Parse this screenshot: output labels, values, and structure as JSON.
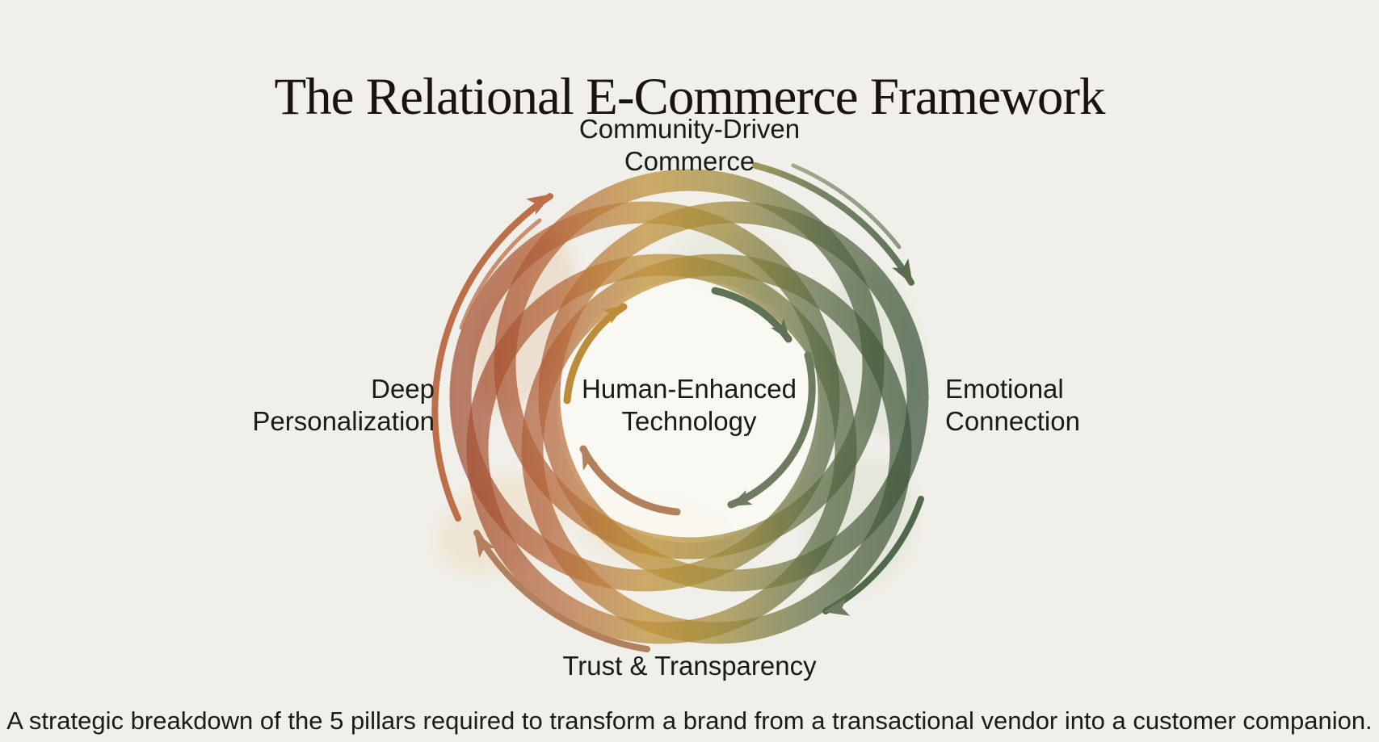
{
  "title": "The Relational E-Commerce Framework",
  "caption": "A strategic breakdown of the 5 pillars required to transform a brand from a transactional vendor into a customer companion.",
  "framework": {
    "center": {
      "line1": "Human-Enhanced",
      "line2": "Technology"
    },
    "pillars": [
      {
        "position": "top",
        "line1": "Community-Driven",
        "line2": "Commerce"
      },
      {
        "position": "right",
        "line1": "Emotional",
        "line2": "Connection"
      },
      {
        "position": "bottom",
        "line1": "Trust & Transparency",
        "line2": ""
      },
      {
        "position": "left",
        "line1": "Deep",
        "line2": "Personalization"
      }
    ]
  },
  "colors": {
    "background": "#f1efe9",
    "title_text": "#17140f",
    "label_text": "#1b1a17",
    "inner_disc": "#f9f8f3",
    "gradient_stops": [
      "#a85136",
      "#c06f43",
      "#c8993c",
      "#a59140",
      "#62734a",
      "#3e5a42"
    ],
    "arrow_red": "#bc6f48",
    "arrow_tan": "#b3805c",
    "arrow_gold": "#bd8c3a",
    "arrow_green_dark": "#52684a",
    "arrow_green_inner": "#5f7253",
    "arrow_sage": "#6e7b60"
  }
}
